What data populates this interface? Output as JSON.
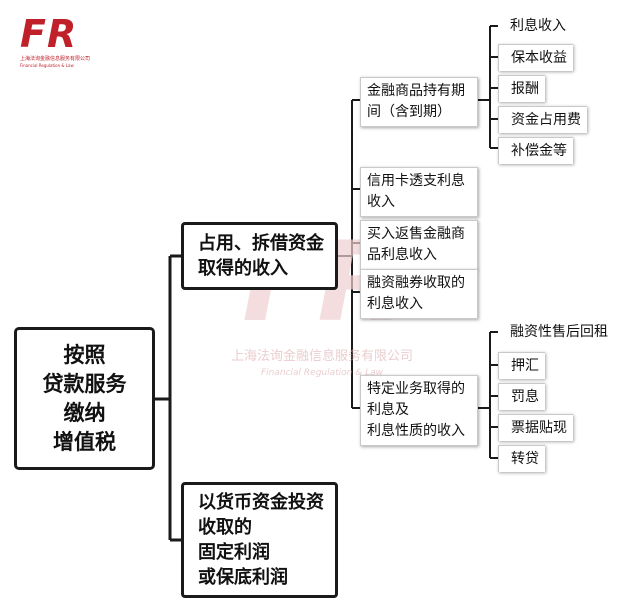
{
  "logo": {
    "mark": "FR",
    "company_cn": "上海法询金融信息服务有限公司",
    "company_en": "Financial Regulation & Law"
  },
  "watermark": {
    "mark": "FR",
    "company_cn": "上海法询金融信息服务有限公司",
    "company_en": "Financial Regulation & Law"
  },
  "root": {
    "text": "按照\n贷款服务\n缴纳\n增值税"
  },
  "branches": [
    {
      "text": "占用、拆借资金\n取得的收入",
      "children": [
        {
          "text": "金融商品持有期\n间（含到期）",
          "items": [
            "利息收入",
            "保本收益",
            "报酬",
            "资金占用费",
            "补偿金等"
          ]
        },
        {
          "text": "信用卡透支利息\n收入"
        },
        {
          "text": "买入返售金融商\n品利息收入"
        },
        {
          "text": "融资融券收取的\n利息收入"
        },
        {
          "text": "特定业务取得的\n利息及\n利息性质的收入",
          "items": [
            "融资性售后回租",
            "押汇",
            "罚息",
            "票据贴现",
            "转贷"
          ]
        }
      ]
    },
    {
      "text": "以货币资金投资\n收取的\n固定利润\n或保底利润"
    }
  ],
  "colors": {
    "line": "#1a1a1a",
    "logo": "#c0202a",
    "box_border": "#1a1a1a"
  }
}
